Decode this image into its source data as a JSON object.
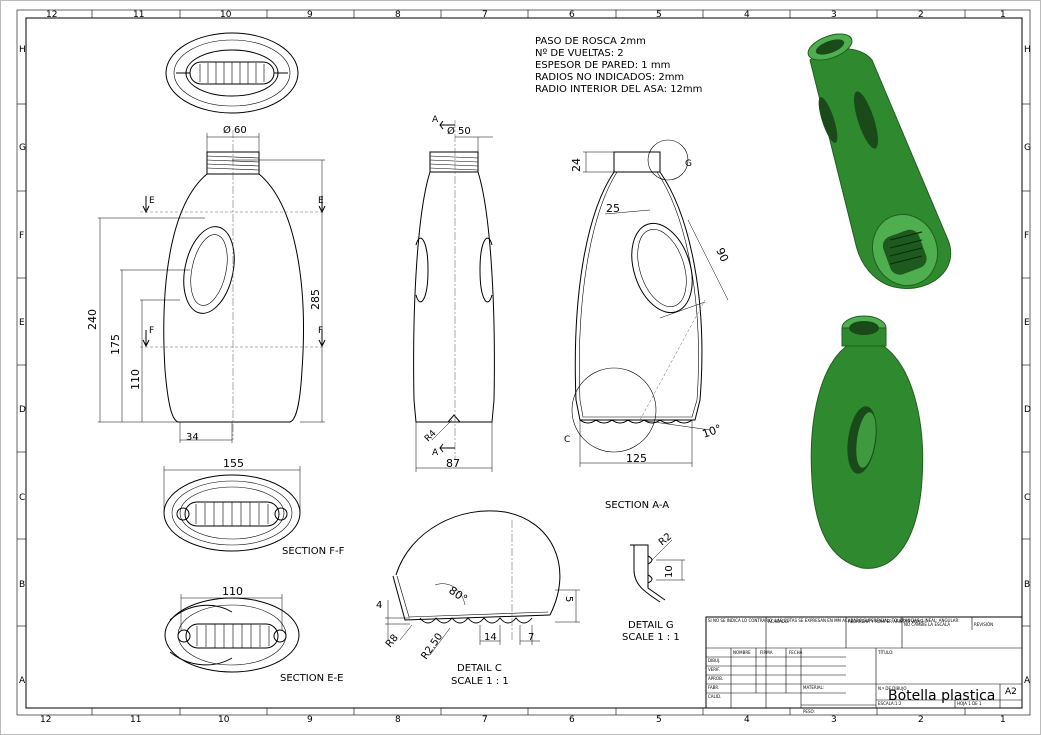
{
  "border": {
    "top_columns": [
      "12",
      "11",
      "10",
      "9",
      "8",
      "7",
      "6",
      "5",
      "4",
      "3",
      "2",
      "1"
    ],
    "bottom_columns": [
      "12",
      "11",
      "10",
      "9",
      "8",
      "7",
      "6",
      "5",
      "4",
      "3",
      "2",
      "1"
    ],
    "rows": [
      "H",
      "G",
      "F",
      "E",
      "D",
      "C",
      "B",
      "A"
    ]
  },
  "notes": [
    "PASO DE ROSCA 2mm",
    "Nº DE VUELTAS:  2",
    "ESPESOR DE PARED: 1 mm",
    "RADIOS NO INDICADOS: 2mm",
    "RADIO INTERIOR DEL ASA: 12mm"
  ],
  "front_view": {
    "dia_neck": "Ø 60",
    "dim_240": "240",
    "dim_285": "285",
    "dim_175": "175",
    "dim_110": "110",
    "dim_34": "34",
    "cut_e": "E",
    "cut_f": "F"
  },
  "side_view": {
    "dia_neck": "Ø 50",
    "dim_87": "87",
    "dim_r4": "R4",
    "cut_a": "A"
  },
  "section_aa": {
    "dim_24": "24",
    "dim_25": "25",
    "dim_90": "90",
    "dim_125": "125",
    "dim_10deg": "10°",
    "detail_g": "G",
    "detail_c": "C",
    "title": "SECTION A-A"
  },
  "section_ff": {
    "dim_155": "155",
    "title": "SECTION F-F"
  },
  "section_ee": {
    "dim_110": "110",
    "title": "SECTION E-E"
  },
  "detail_c": {
    "dim_80deg": "80°",
    "dim_4": "4",
    "dim_5": "5",
    "dim_r8": "R8",
    "dim_r250": "R2.50",
    "dim_14": "14",
    "dim_7": "7",
    "title": "DETAIL C",
    "scale": "SCALE 1 : 1"
  },
  "detail_g": {
    "dim_r2": "R2",
    "dim_10": "10",
    "title": "DETAIL G",
    "scale": "SCALE 1 : 1"
  },
  "title_block": {
    "notes_text": "SI NO SE INDICA LO CONTRARIO: LAS COTAS SE EXPRESAN EN MM ACABADO SUPERFICIAL: TOLERANCIAS: LINEAL: ANGULAR:",
    "acabado": "ACABADO:",
    "rebarbar": "REBARBAR Y ROMPER ARISTAS VIVAS",
    "no_cambie": "NO CAMBIE LA ESCALA",
    "revision": "REVISIÓN",
    "col_nombre": "NOMBRE",
    "col_firma": "FIRMA",
    "col_fecha": "FECHA",
    "row_dib": "DIBUJ.",
    "row_verif": "VERIF.",
    "row_aprob": "APROB.",
    "row_fabr": "FABR.",
    "row_calid": "CALID.",
    "titulo": "TÍTULO:",
    "material": "MATERIAL:",
    "n_dibujo": "N.º DE DIBUJO",
    "part_title": "Botella plastica",
    "size": "A2",
    "peso": "PESO:",
    "escala": "ESCALA:1:2",
    "hoja": "HOJA 1 DE 1"
  },
  "colors": {
    "model_green": "#2f8a2f",
    "model_dark": "#1f5f1f",
    "model_light": "#4fae4f",
    "line": "#000000"
  }
}
